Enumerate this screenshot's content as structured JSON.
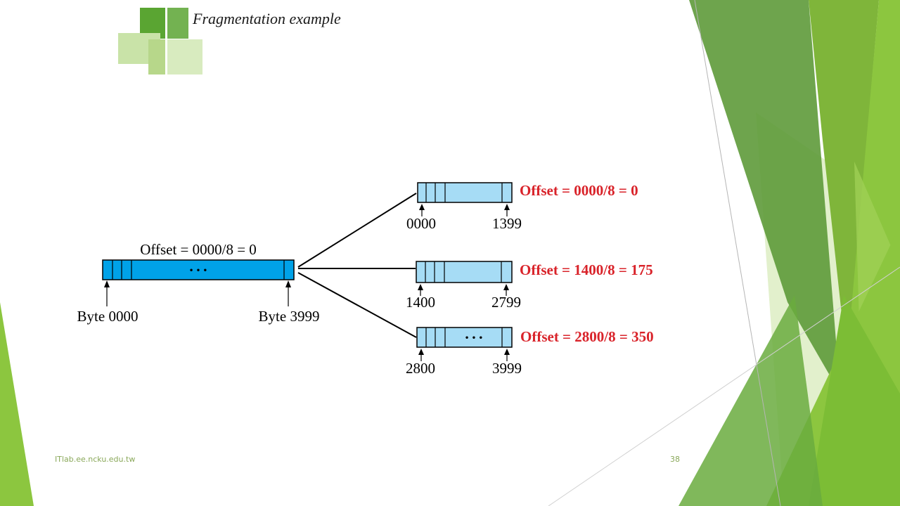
{
  "slide": {
    "title": "Fragmentation example",
    "footer_site": "ITlab.ee.ncku.edu.tw",
    "page_number": "38"
  },
  "colors": {
    "accent_green": "#5aa532",
    "light_green": "#8cc63f",
    "original_packet_fill": "#00a2e8",
    "fragment_fill": "#a6dcf5",
    "offset_label_red": "#d9232a"
  },
  "original": {
    "header_label": "Offset = 0000/8 = 0",
    "start_label": "Byte 0000",
    "end_label": "Byte 3999",
    "ellipsis": "• • •"
  },
  "fragments": [
    {
      "offset_label": "Offset = 0000/8 = 0",
      "start": "0000",
      "end": "1399",
      "ellipsis": ""
    },
    {
      "offset_label": "Offset = 1400/8 = 175",
      "start": "1400",
      "end": "2799",
      "ellipsis": ""
    },
    {
      "offset_label": "Offset = 2800/8 = 350",
      "start": "2800",
      "end": "3999",
      "ellipsis": "• • •"
    }
  ]
}
